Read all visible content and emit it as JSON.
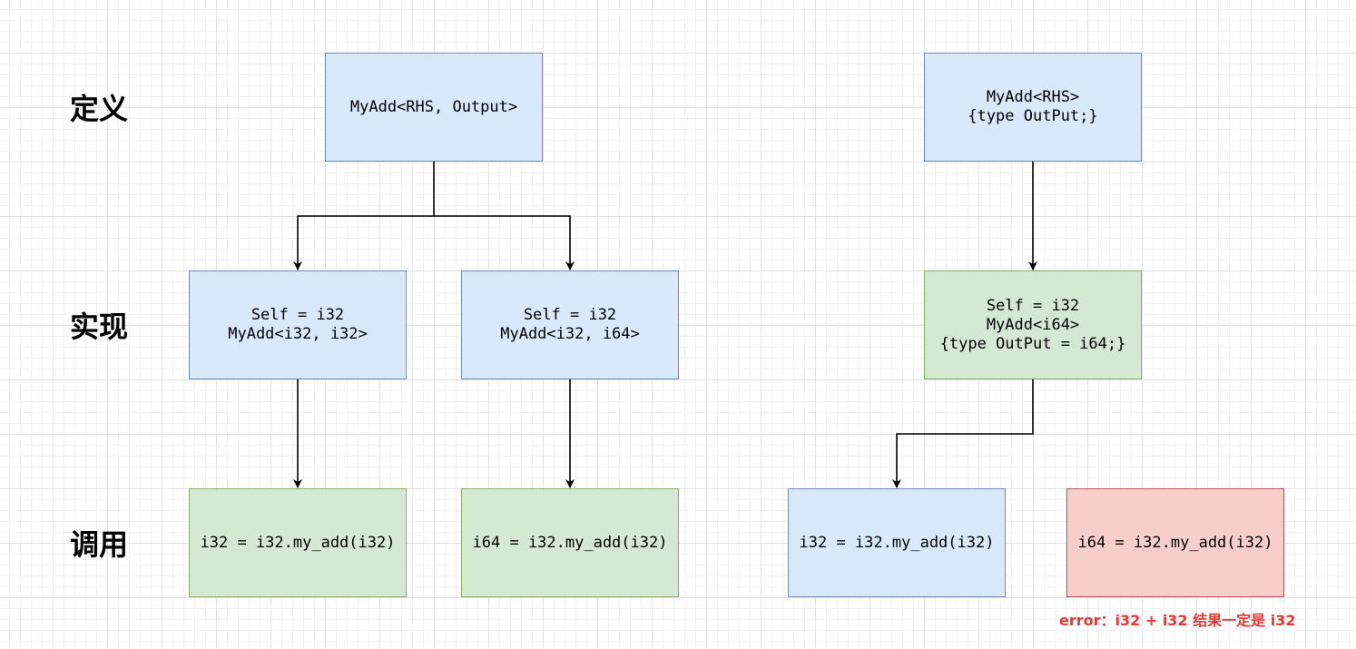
{
  "row_labels": {
    "definition": "定义",
    "implementation": "实现",
    "call": "调用"
  },
  "boxes": {
    "def_left": {
      "lines": [
        "MyAdd<RHS, Output>"
      ],
      "fill": "#dae8fc",
      "stroke": "#6c8ebf"
    },
    "def_right": {
      "lines": [
        "MyAdd<RHS>",
        "{type OutPut;}"
      ],
      "fill": "#dae8fc",
      "stroke": "#6c8ebf"
    },
    "impl_a": {
      "lines": [
        "Self = i32",
        "MyAdd<i32, i32>"
      ],
      "fill": "#dae8fc",
      "stroke": "#6c8ebf"
    },
    "impl_b": {
      "lines": [
        "Self = i32",
        "MyAdd<i32, i64>"
      ],
      "fill": "#dae8fc",
      "stroke": "#6c8ebf"
    },
    "impl_c": {
      "lines": [
        "Self = i32",
        "MyAdd<i64>",
        "{type OutPut = i64;}"
      ],
      "fill": "#d5e8d4",
      "stroke": "#82b366"
    },
    "call_a": {
      "lines": [
        "i32 = i32.my_add(i32)"
      ],
      "fill": "#d5e8d4",
      "stroke": "#82b366"
    },
    "call_b": {
      "lines": [
        "i64 = i32.my_add(i32)"
      ],
      "fill": "#d5e8d4",
      "stroke": "#82b366"
    },
    "call_c": {
      "lines": [
        "i32 = i32.my_add(i32)"
      ],
      "fill": "#dae8fc",
      "stroke": "#6c8ebf"
    },
    "call_d": {
      "lines": [
        "i64 = i32.my_add(i32)"
      ],
      "fill": "#f8cecc",
      "stroke": "#b85450"
    }
  },
  "error_note": "error：i32 + i32 结果一定是 i32",
  "colors": {
    "error_text": "#e53935",
    "arrow": "#000000"
  }
}
